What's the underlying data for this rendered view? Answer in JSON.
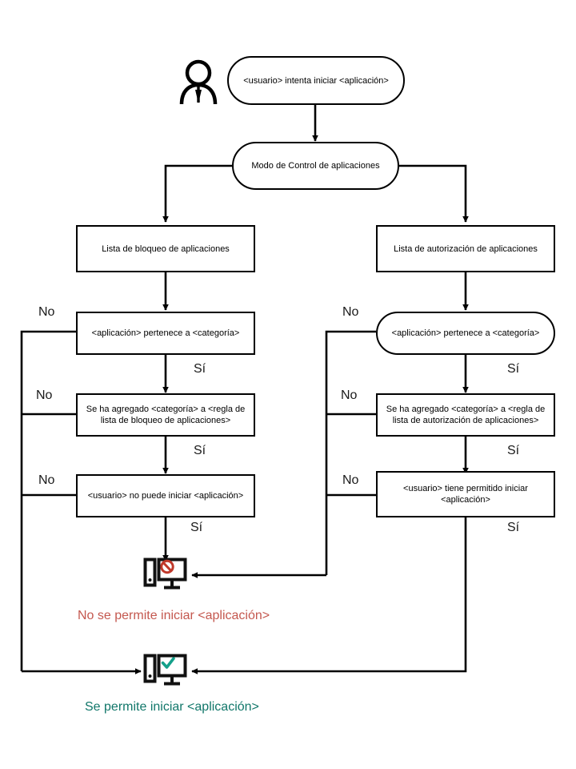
{
  "diagram": {
    "title": "Modo de Control de aplicaciones",
    "language": "es",
    "colors": {
      "stroke": "#000000",
      "background": "#ffffff",
      "deny_text": "#c4584f",
      "allow_text": "#11776a",
      "deny_icon": "#c0392b",
      "allow_icon": "#14a08a"
    }
  },
  "actor": {
    "name": "user-actor-icon",
    "label": "usuario"
  },
  "nodes": {
    "start": {
      "label": "<usuario> intenta iniciar <aplicación>",
      "shape": "stadium"
    },
    "mode": {
      "label": "Modo de Control de aplicaciones",
      "shape": "stadium"
    },
    "deny_list": {
      "label": "Lista de bloqueo de aplicaciones",
      "shape": "rect"
    },
    "allow_list": {
      "label": "Lista de autorización de aplicaciones",
      "shape": "rect"
    },
    "deny_category": {
      "label": "<aplicación> pertenece a <categoría>",
      "shape": "rect"
    },
    "allow_category": {
      "label": "<aplicación> pertenece a <categoría>",
      "shape": "stadium"
    },
    "deny_rule": {
      "label": "Se ha agregado  <categoría> a <regla de lista de bloqueo de aplicaciones>",
      "shape": "rect"
    },
    "allow_rule": {
      "label": "Se ha agregado <categoría> a <regla de lista de autorización de aplicaciones>",
      "shape": "rect"
    },
    "deny_user": {
      "label": "<usuario> no puede iniciar <aplicación>",
      "shape": "rect"
    },
    "allow_user": {
      "label": "<usuario> tiene permitido iniciar <aplicación>",
      "shape": "rect"
    }
  },
  "edge_labels": {
    "left_no_1": "No",
    "left_no_2": "No",
    "left_no_3": "No",
    "left_yes_1": "Sí",
    "left_yes_2": "Sí",
    "left_yes_3": "Sí",
    "right_no_1": "No",
    "right_no_2": "No",
    "right_no_3": "No",
    "right_yes_1": "Sí",
    "right_yes_2": "Sí",
    "right_yes_3": "Sí"
  },
  "outcomes": {
    "denied": {
      "icon": "computer-blocked-icon",
      "caption": "No se permite iniciar <aplicación>"
    },
    "allowed": {
      "icon": "computer-allowed-icon",
      "caption": "Se permite iniciar <aplicación>"
    }
  }
}
